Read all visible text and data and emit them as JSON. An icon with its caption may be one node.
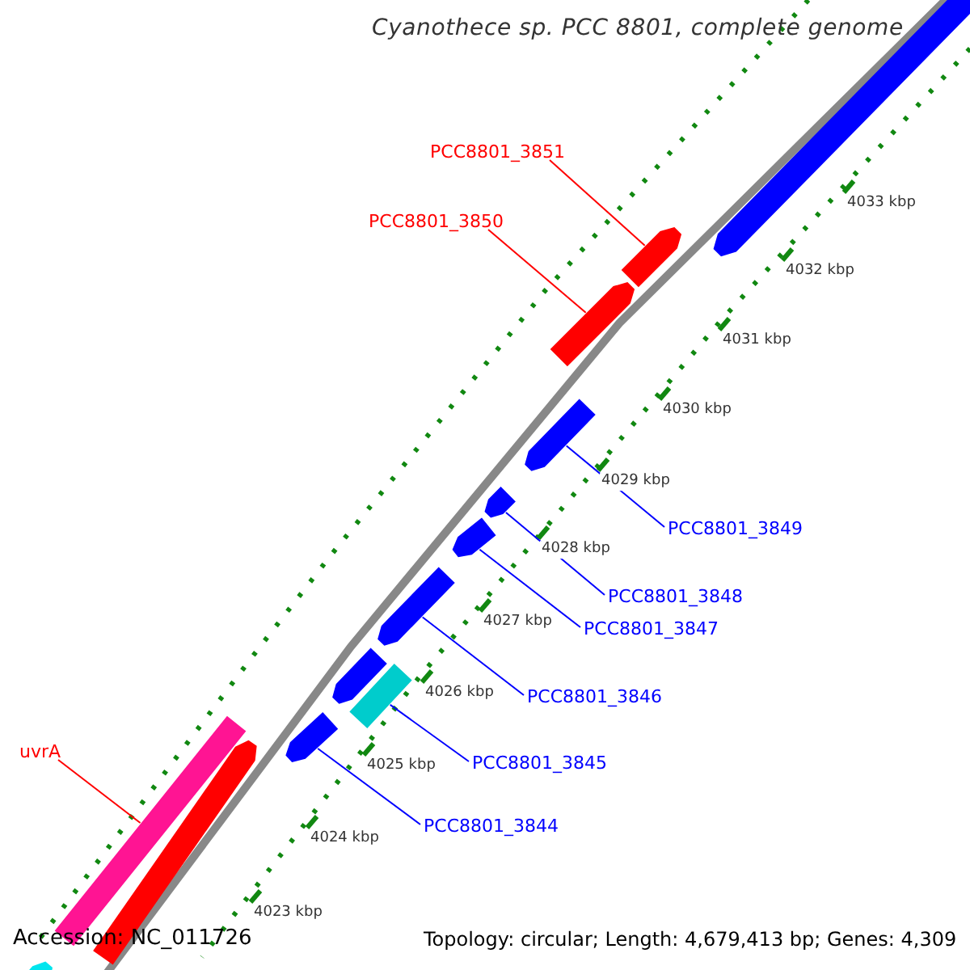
{
  "diagram": {
    "title": "Cyanothece sp. PCC 8801, complete genome",
    "nodes": [
      {
        "text": [
          "PCC8801_3851"
        ]
      },
      {
        "text": [
          "PCC8801_3850"
        ]
      },
      {
        "text": [
          "uvrA"
        ]
      },
      {
        "text": [
          "PCC8801_3849"
        ]
      },
      {
        "text": [
          "PCC8801_3848"
        ]
      },
      {
        "text": [
          "PCC8801_3847"
        ]
      },
      {
        "text": [
          "PCC8801_3846"
        ]
      },
      {
        "text": [
          "PCC8801_3845"
        ]
      },
      {
        "text": [
          "PCC8801_3844"
        ]
      },
      {
        "text": [],
        "shape": "bar"
      },
      {
        "text": [],
        "shape": "bar"
      },
      {
        "text": [],
        "shape": "bar"
      },
      {
        "text": [],
        "shape": "bar"
      },
      {
        "text": [],
        "shape": "bar"
      },
      {
        "text": [],
        "shape": "bar"
      },
      {
        "text": [],
        "shape": "bar"
      },
      {
        "text": [],
        "shape": "bar"
      },
      {
        "text": [],
        "shape": "bar"
      },
      {
        "text": [],
        "shape": "bar"
      },
      {
        "text": [],
        "shape": "bar"
      },
      {
        "text": [],
        "shape": "bar"
      },
      {
        "text": [],
        "shape": "bar"
      }
    ],
    "edges": [
      {
        "from": 0,
        "to": 10,
        "arrow": "none",
        "color": "#ff0000"
      },
      {
        "from": 1,
        "to": 11,
        "arrow": "none",
        "color": "#ff0000"
      },
      {
        "from": 2,
        "to": 19,
        "arrow": "none",
        "color": "#ff0000"
      },
      {
        "from": 3,
        "to": 12,
        "arrow": "none"
      },
      {
        "from": 4,
        "to": 13,
        "arrow": "none"
      },
      {
        "from": 5,
        "to": 14,
        "arrow": "none"
      },
      {
        "from": 6,
        "to": 15,
        "arrow": "none"
      },
      {
        "from": 7,
        "to": 17,
        "arrow": "none"
      },
      {
        "from": 8,
        "to": 18,
        "arrow": "none"
      }
    ],
    "labels": [
      "4033 kbp",
      "4032 kbp",
      "4031 kbp",
      "4030 kbp",
      "4029 kbp",
      "4028 kbp",
      "4027 kbp",
      "4026 kbp",
      "4025 kbp",
      "4024 kbp",
      "4023 kbp",
      "Accession: NC_011726",
      "Topology: circular; Length: 4,679,413 bp; Genes: 4,309"
    ]
  }
}
